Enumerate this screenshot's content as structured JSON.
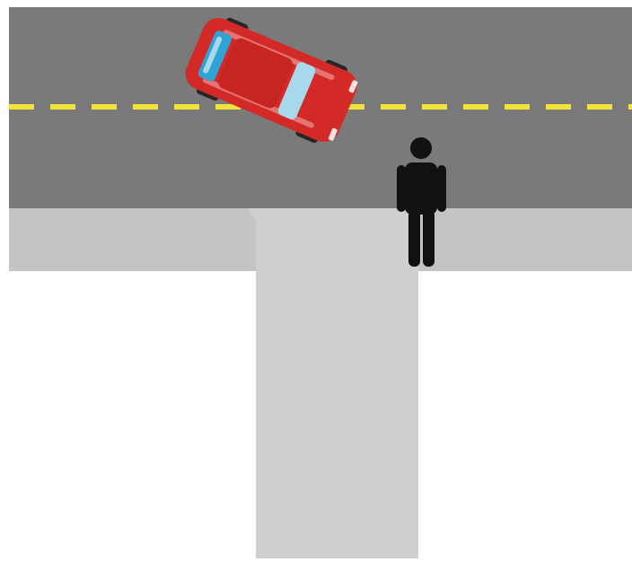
{
  "scene": {
    "colors": {
      "background": "#ffffff",
      "road": "#7a7a7a",
      "sidewalk": "#c4c4c4",
      "driveway": "#cfcfcf",
      "center_line": "#f2e33a",
      "car_body": "#d42a27",
      "car_glass": "#a8d8ec",
      "car_glass_accent": "#2fa3d6",
      "car_tire": "#262626",
      "pedestrian": "#111111"
    },
    "elements": [
      {
        "name": "road",
        "kind": "two-lane road"
      },
      {
        "name": "center-line",
        "kind": "dashed yellow center line"
      },
      {
        "name": "sidewalk",
        "kind": "sidewalk"
      },
      {
        "name": "driveway",
        "kind": "driveway"
      },
      {
        "name": "car",
        "kind": "red car seen from above, tilted while turning"
      },
      {
        "name": "pedestrian",
        "kind": "standing person icon"
      }
    ]
  }
}
